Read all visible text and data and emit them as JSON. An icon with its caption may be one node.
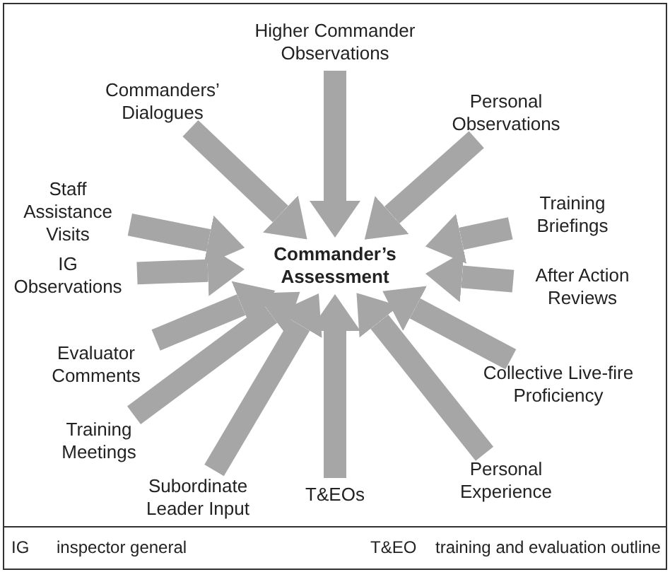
{
  "diagram": {
    "nodes": [
      {
        "text": [
          "Higher Commander Observations"
        ]
      },
      {
        "text": [
          "Commanders’ Dialogues"
        ]
      },
      {
        "text": [
          "Personal Observations"
        ]
      },
      {
        "text": [
          "Staff Assistance Visits"
        ]
      },
      {
        "text": [
          "Training Briefings"
        ]
      },
      {
        "text": [
          "Commander’s Assessment"
        ]
      },
      {
        "text": [
          "IG Observations"
        ]
      },
      {
        "text": [
          "After Action Reviews"
        ]
      },
      {
        "text": [
          "Evaluator Comments"
        ]
      },
      {
        "text": [
          "Collective Live-fire Proficiency"
        ]
      },
      {
        "text": [
          "Training Meetings"
        ]
      },
      {
        "text": [
          "Subordinate Leader Input"
        ]
      },
      {
        "text": [
          "Personal Experience"
        ]
      },
      {
        "text": [
          "T&EOs"
        ]
      }
    ],
    "edges": [
      {
        "from": 0,
        "to": 5,
        "arrow": "to"
      },
      {
        "from": 1,
        "to": 5,
        "arrow": "to"
      },
      {
        "from": 2,
        "to": 5,
        "arrow": "to"
      },
      {
        "from": 3,
        "to": 5,
        "arrow": "to"
      },
      {
        "from": 4,
        "to": 5,
        "arrow": "to"
      },
      {
        "from": 6,
        "to": 5,
        "arrow": "to"
      },
      {
        "from": 7,
        "to": 5,
        "arrow": "to"
      },
      {
        "from": 8,
        "to": 5,
        "arrow": "to"
      },
      {
        "from": 9,
        "to": 5,
        "arrow": "to"
      },
      {
        "from": 10,
        "to": 5,
        "arrow": "to"
      },
      {
        "from": 11,
        "to": 5,
        "arrow": "to"
      },
      {
        "from": 12,
        "to": 5,
        "arrow": "to"
      },
      {
        "from": 13,
        "to": 5,
        "arrow": "to"
      }
    ],
    "labels": [
      "IG",
      "inspector general",
      "T&EO",
      "training and evaluation outline"
    ]
  }
}
